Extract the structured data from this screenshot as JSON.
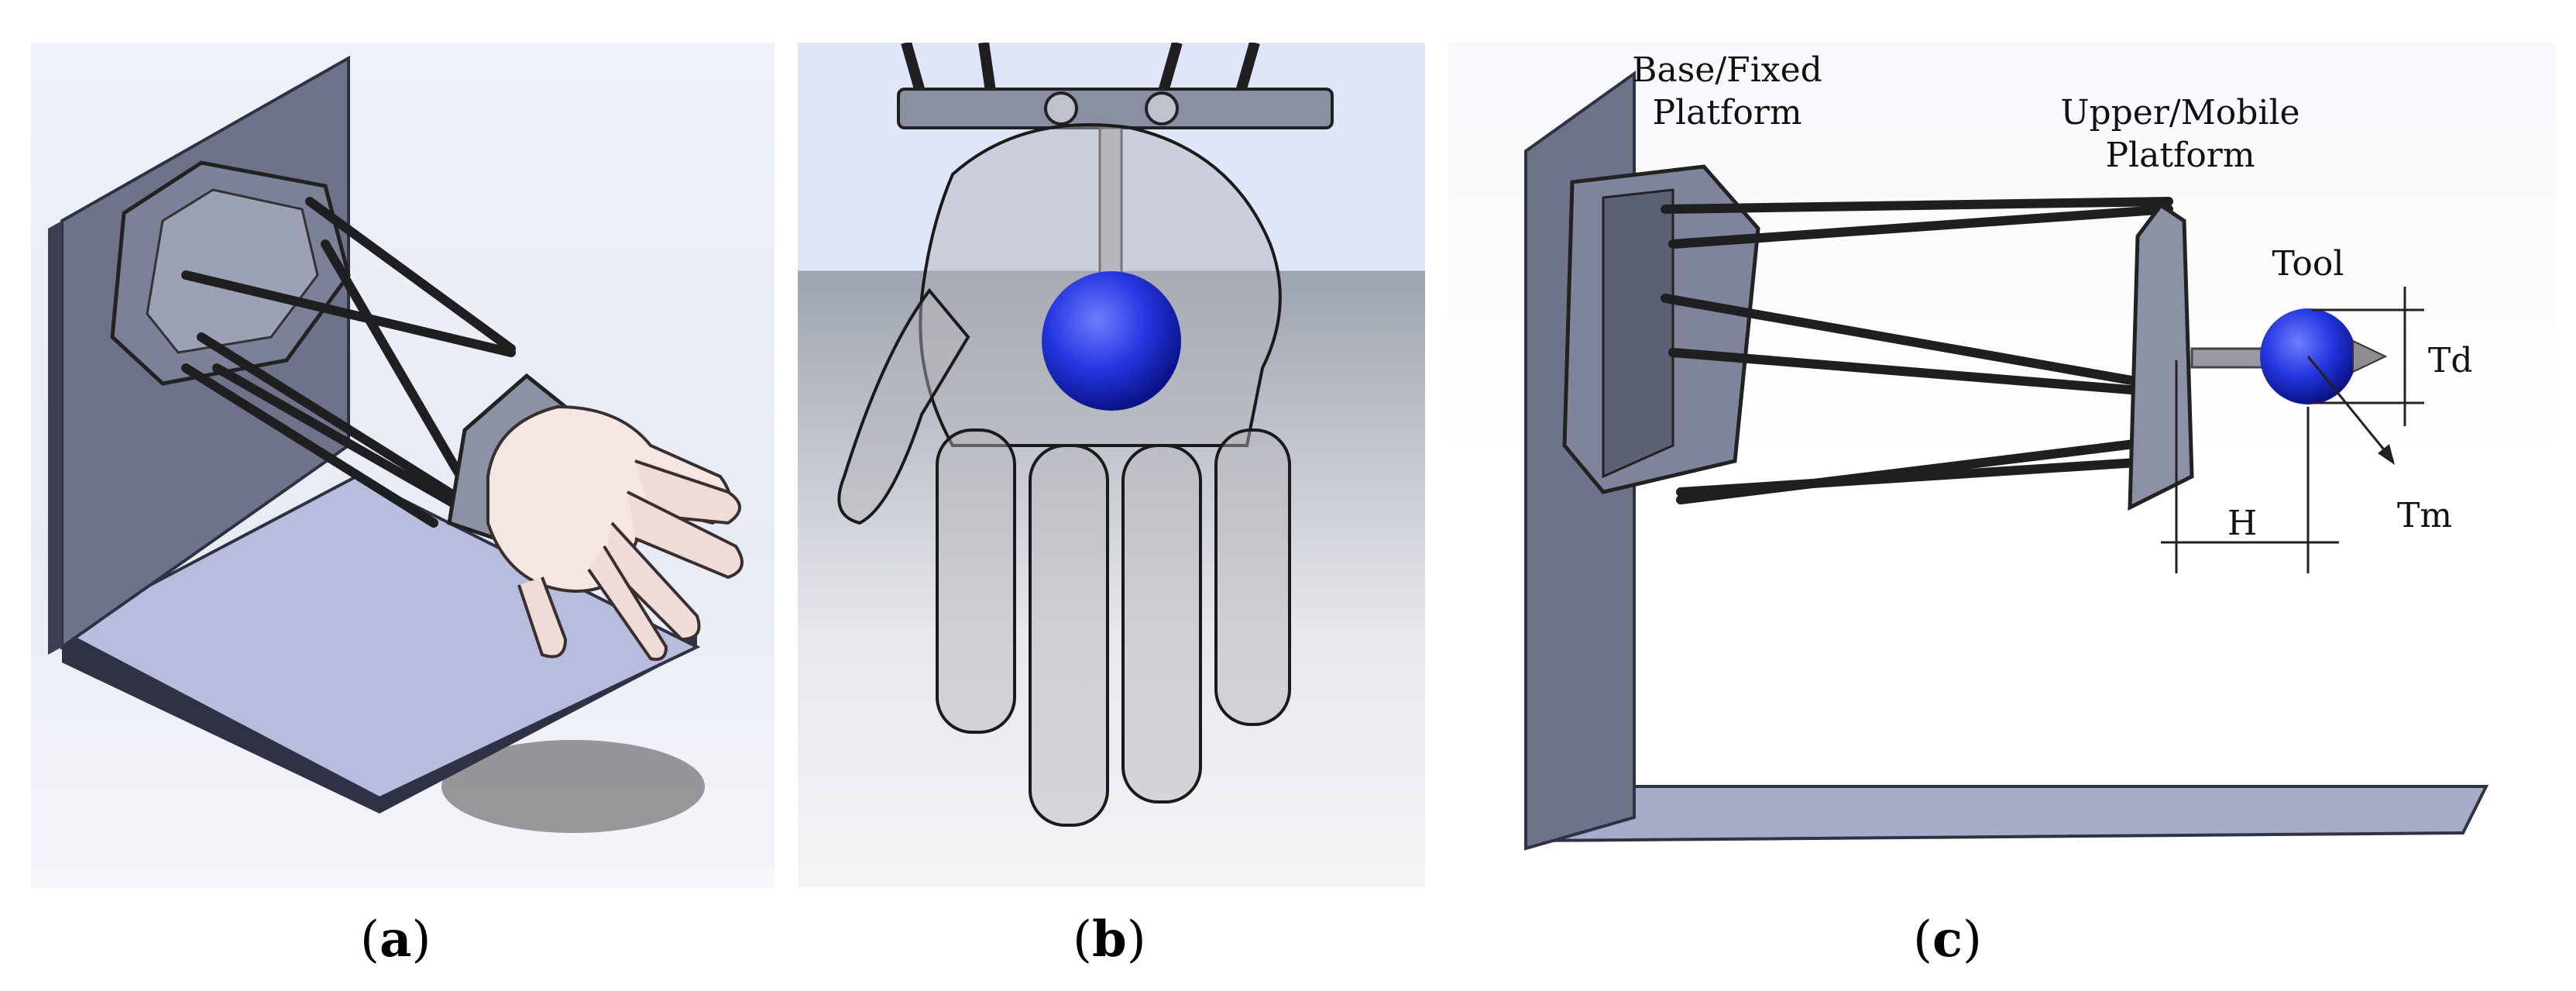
{
  "captions": {
    "a": {
      "open": "(",
      "letter": "a",
      "close": ")"
    },
    "b": {
      "open": "(",
      "letter": "b",
      "close": ")"
    },
    "c": {
      "open": "(",
      "letter": "c",
      "close": ")"
    }
  },
  "labels": {
    "base_line1": "Base/Fixed",
    "base_line2": "Platform",
    "upper_line1": "Upper/Mobile",
    "upper_line2": "Platform",
    "tool": "Tool",
    "td": "Td",
    "tm": "Tm",
    "h": "H"
  },
  "colors": {
    "tool_sphere": "#2436e0",
    "frame": "#6e7389",
    "rod": "#1f1f22",
    "plate": "#b3b8d6"
  }
}
